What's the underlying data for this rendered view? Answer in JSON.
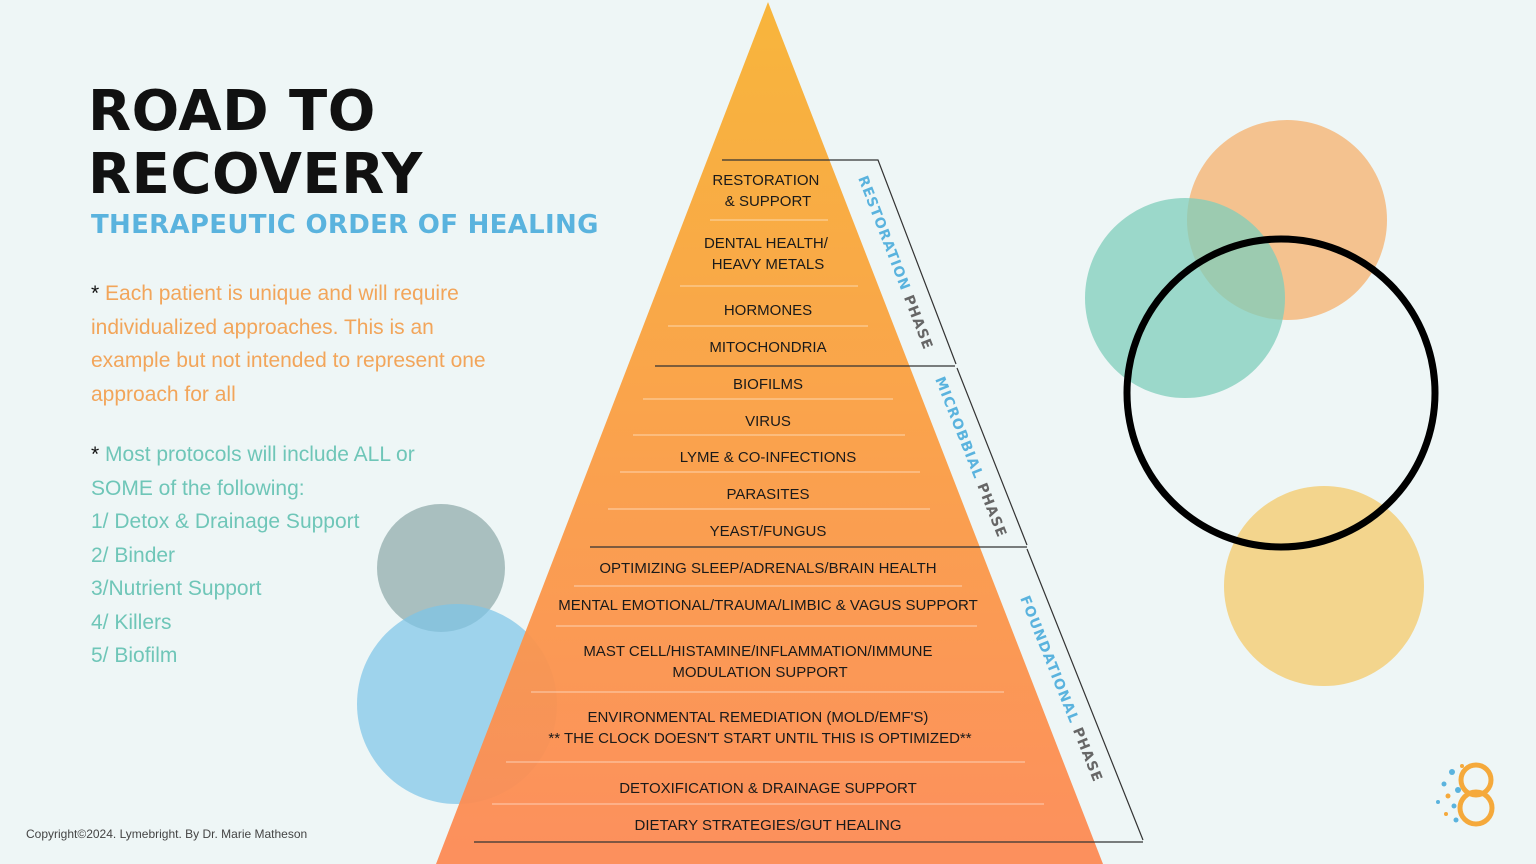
{
  "title": {
    "line1": "ROAD TO",
    "line2": "RECOVERY"
  },
  "subtitle": "THERAPEUTIC ORDER OF HEALING",
  "note1": {
    "star": "*",
    "text": "Each patient is unique and will require individualized approaches. This is an example but not intended to represent one approach for all"
  },
  "note2": {
    "star": "*",
    "intro": "Most protocols will include ALL or SOME of the following:",
    "items": [
      "1/ Detox & Drainage Support",
      "2/ Binder",
      "3/Nutrient Support",
      "4/ Killers",
      "5/ Biofilm"
    ]
  },
  "pyramid_levels": [
    [
      "RESTORATION",
      "& SUPPORT"
    ],
    [
      "DENTAL HEALTH/",
      "HEAVY METALS"
    ],
    [
      "HORMONES"
    ],
    [
      "MITOCHONDRIA"
    ],
    [
      "BIOFILMS"
    ],
    [
      "VIRUS"
    ],
    [
      "LYME & CO-INFECTIONS"
    ],
    [
      "PARASITES"
    ],
    [
      "YEAST/FUNGUS"
    ],
    [
      "OPTIMIZING SLEEP/ADRENALS/BRAIN HEALTH"
    ],
    [
      "MENTAL EMOTIONAL/TRAUMA/LIMBIC & VAGUS SUPPORT"
    ],
    [
      "MAST CELL/HISTAMINE/INFLAMMATION/IMMUNE",
      "MODULATION SUPPORT"
    ],
    [
      "ENVIRONMENTAL REMEDIATION (MOLD/EMF'S)",
      "** THE CLOCK DOESN'T START UNTIL THIS IS OPTIMIZED**"
    ],
    [
      "DETOXIFICATION & DRAINAGE SUPPORT"
    ],
    [
      "DIETARY STRATEGIES/GUT HEALING"
    ]
  ],
  "phases": [
    {
      "first": "RESTORATION",
      "second": " PHASE"
    },
    {
      "first": "MICROBBIAL",
      "second": " PHASE"
    },
    {
      "first": "FOUNDATIONAL",
      "second": " PHASE"
    }
  ],
  "copyright": "Copyright©2024. Lymebright. By Dr. Marie Matheson",
  "colors": {
    "pyramid_top": "#f8b232",
    "pyramid_bottom": "#fd8a55",
    "accent_blue": "#5ab3de",
    "accent_teal": "#6fc6b8",
    "accent_orange": "#f2a55a"
  },
  "logo": "lymebright-logo-icon"
}
